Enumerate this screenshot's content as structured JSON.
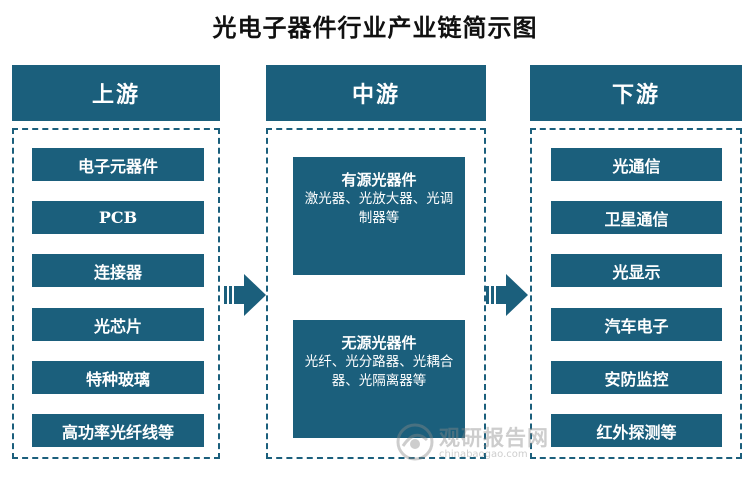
{
  "title": "光电子器件行业产业链简示图",
  "upstream": {
    "header": "上游",
    "items": [
      "电子元器件",
      "PCB",
      "连接器",
      "光芯片",
      "特种玻璃",
      "高功率光纤线等"
    ]
  },
  "midstream": {
    "header": "中游",
    "blocks": [
      {
        "title": "有源光器件",
        "desc": "激光器、光放大器、光调制器等"
      },
      {
        "title": "无源光器件",
        "desc": "光纤、光分路器、光耦合器、光隔离器等"
      }
    ]
  },
  "downstream": {
    "header": "下游",
    "items": [
      "光通信",
      "卫星通信",
      "光显示",
      "汽车电子",
      "安防监控",
      "红外探测等"
    ]
  },
  "watermark": {
    "text": "观研报告网",
    "url": "chinabaogao.com"
  },
  "colors": {
    "primary": "#1b5f7c",
    "border": "#1b5f7c",
    "background": "#ffffff"
  }
}
